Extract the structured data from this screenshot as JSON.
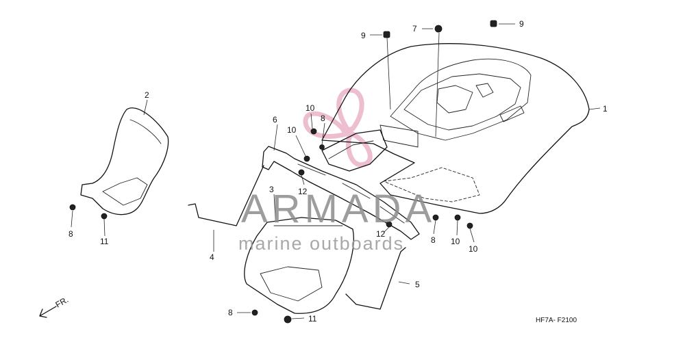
{
  "diagram": {
    "callouts": [
      {
        "id": "c1",
        "text": "1"
      },
      {
        "id": "c2",
        "text": "2"
      },
      {
        "id": "c3",
        "text": "3"
      },
      {
        "id": "c4",
        "text": "4"
      },
      {
        "id": "c5",
        "text": "5"
      },
      {
        "id": "c6",
        "text": "6"
      },
      {
        "id": "c7",
        "text": "7"
      },
      {
        "id": "c8a",
        "text": "8"
      },
      {
        "id": "c8b",
        "text": "8"
      },
      {
        "id": "c8c",
        "text": "8"
      },
      {
        "id": "c8d",
        "text": "8"
      },
      {
        "id": "c9a",
        "text": "9"
      },
      {
        "id": "c9b",
        "text": "9"
      },
      {
        "id": "c10a",
        "text": "10"
      },
      {
        "id": "c10b",
        "text": "10"
      },
      {
        "id": "c10c",
        "text": "10"
      },
      {
        "id": "c10d",
        "text": "10"
      },
      {
        "id": "c11a",
        "text": "11"
      },
      {
        "id": "c11b",
        "text": "11"
      },
      {
        "id": "c12a",
        "text": "12"
      },
      {
        "id": "c12b",
        "text": "12"
      }
    ],
    "front_arrow_label": "FR.",
    "reference_code": "HF7A- F2100"
  },
  "watermark": {
    "brand": "ARMADA",
    "subtitle": "marine outboards",
    "logo_color": "#e6a3bd"
  }
}
